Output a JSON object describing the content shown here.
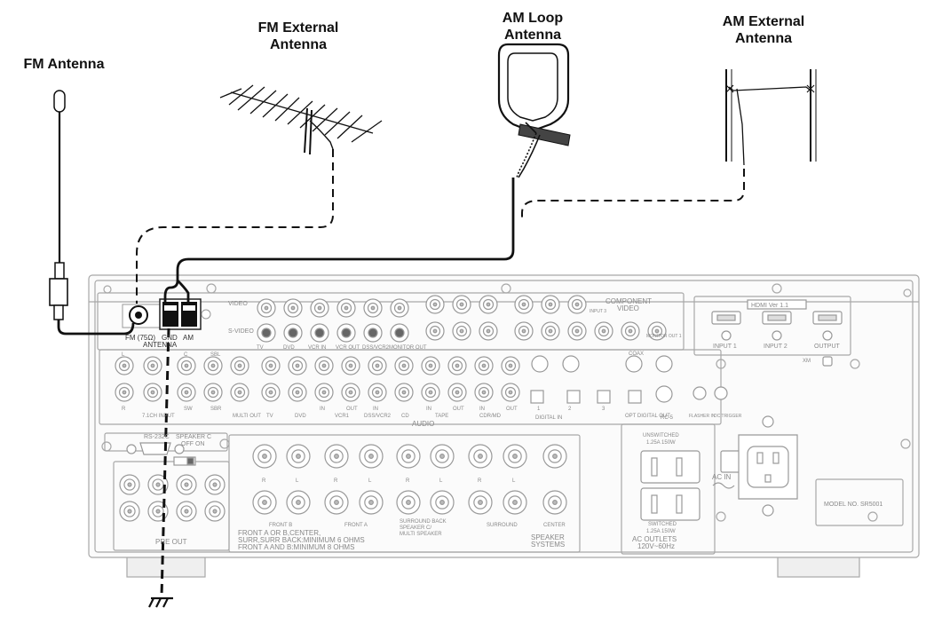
{
  "antennas": {
    "fm_antenna": "FM Antenna",
    "fm_external": [
      "FM External",
      "Antenna"
    ],
    "am_loop": [
      "AM Loop",
      "Antenna"
    ],
    "am_external": [
      "AM External",
      "Antenna"
    ]
  },
  "panel": {
    "antenna_terminals": {
      "fm": "FM (75Ω)",
      "gnd": "GND",
      "am": "AM",
      "group": "ANTENNA"
    },
    "video_labels": [
      "VIDEO",
      "S-VIDEO"
    ],
    "video_jacks": [
      "TV",
      "DVD",
      "VCR IN",
      "VCR OUT",
      "DSS/VCR2",
      "MONITOR OUT"
    ],
    "component_video": {
      "title": [
        "COMPONENT",
        "VIDEO"
      ],
      "input3": "INPUT 3",
      "monitor_out": "MONITOR OUT 1"
    },
    "hdmi": {
      "title": "HDMI Ver 1.1",
      "inputs": [
        "INPUT 1",
        "INPUT 2",
        "OUTPUT"
      ]
    },
    "xm": "XM",
    "audio_top_labels": [
      "L",
      "C",
      "SBL"
    ],
    "audio_bottom_labels": [
      "R",
      "SW",
      "SBR"
    ],
    "audio_sections": [
      "7.1CH INPUT",
      "MULTI OUT",
      "TV",
      "DVD",
      "VCR1",
      "DSS/VCR2",
      "CD",
      "TAPE",
      "CDR/MD"
    ],
    "audio_inout": [
      "IN",
      "OUT"
    ],
    "audio_title": "AUDIO",
    "digital": {
      "title": "DIGITAL IN",
      "coax": "COAX",
      "numbers": [
        "1",
        "2",
        "3"
      ],
      "opt_out": "OPT DIGITAL OUT",
      "rc5": "RC-5",
      "flasher": "FLASHER IN",
      "dc_trigger": "DC TRIGGER"
    },
    "rs232c": "RS-232C",
    "speaker_c": [
      "SPEAKER C",
      "OFF ON"
    ],
    "pre_out": "PRE OUT",
    "speaker_groups": [
      "FRONT B",
      "FRONT A",
      "SURROUND BACK SPEAKER C/ MULTI SPEAKER",
      "SURROUND",
      "CENTER"
    ],
    "speaker_rl": [
      "R",
      "L",
      "R",
      "L",
      "R",
      "L",
      "R",
      "L"
    ],
    "speaker_notes": [
      "FRONT A OR B,CENTER,",
      "SURR,SURR BACK:MINIMUM 6 OHMS",
      "FRONT A AND B:MINIMUM 8 OHMS"
    ],
    "speaker_systems": [
      "SPEAKER",
      "SYSTEMS"
    ],
    "ac": {
      "unswitched": [
        "UNSWITCHED",
        "1.25A 150W"
      ],
      "switched": [
        "SWITCHED",
        "1.25A 150W"
      ],
      "outlets": [
        "AC OUTLETS",
        "120V~60Hz"
      ],
      "ac_in": "AC IN"
    },
    "model": "MODEL NO. SR5001"
  }
}
